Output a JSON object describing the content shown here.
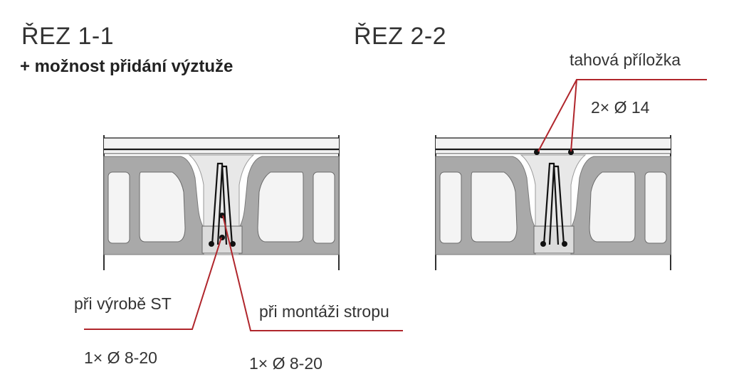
{
  "section1": {
    "title": "ŘEZ 1-1",
    "subtitle": "+ možnost přidání výztuže",
    "label_production": "při výrobě ST",
    "label_production_value": "1× Ø 8-20",
    "label_assembly": "při montáži stropu",
    "label_assembly_value": "1× Ø 8-20"
  },
  "section2": {
    "title": "ŘEZ 2-2",
    "label_tension": "tahová příložka",
    "label_tension_value": "2× Ø 14"
  },
  "colors": {
    "leader": "#b0262c",
    "concrete": "#a9a9a9",
    "infill": "#ececec",
    "outline": "#1a1a1a"
  }
}
